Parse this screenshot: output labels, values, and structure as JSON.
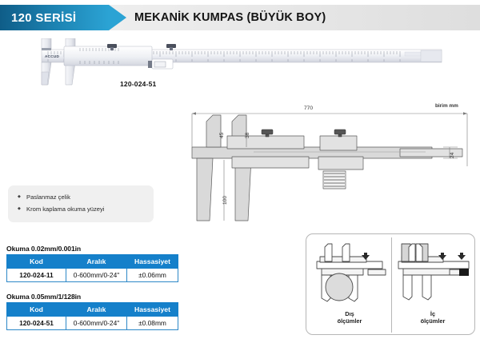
{
  "header": {
    "series_label": "120 SERİSİ",
    "title": "MEKANİK KUMPAS (BÜYÜK BOY)",
    "accent_dark": "#0f5d88",
    "accent_light": "#2ba3d4"
  },
  "product": {
    "brand": "ACCUD",
    "photo_caption": "120-024-51"
  },
  "features": {
    "items": [
      {
        "label": "Paslanmaz çelik"
      },
      {
        "label": "Krom kaplama okuma yüzeyi"
      }
    ]
  },
  "tables": [
    {
      "title": "Okuma 0.02mm/0.001in",
      "headers": [
        "Kod",
        "Aralık",
        "Hassasiyet"
      ],
      "rows": [
        {
          "code": "120-024-11",
          "range": "0-600mm/0-24\"",
          "accuracy": "±0.06mm"
        }
      ]
    },
    {
      "title": "Okuma 0.05mm/1/128in",
      "headers": [
        "Kod",
        "Aralık",
        "Hassasiyet"
      ],
      "rows": [
        {
          "code": "120-024-51",
          "range": "0-600mm/0-24\"",
          "accuracy": "±0.08mm"
        }
      ]
    }
  ],
  "drawing": {
    "unit_label": "birim mm",
    "dimensions": {
      "length": "770",
      "upper_jaw": "45",
      "inner_jaw": "38",
      "lower_jaw": "100",
      "beam_height": "24"
    }
  },
  "insets": {
    "left": {
      "caption_line1": "Dış",
      "caption_line2": "ölçümler"
    },
    "right": {
      "caption_line1": "İç",
      "caption_line2": "ölçümler"
    }
  }
}
